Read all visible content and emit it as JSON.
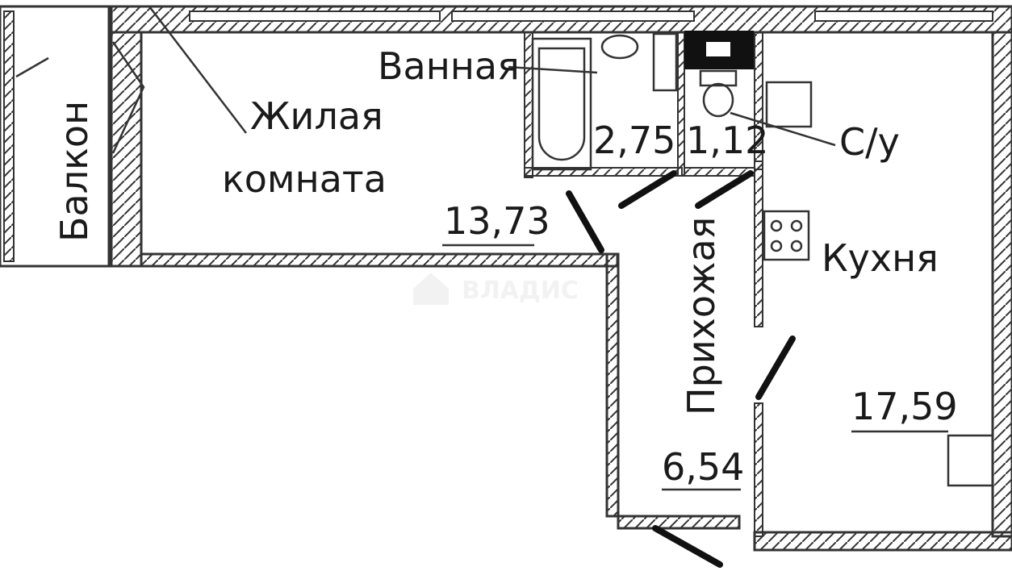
{
  "rooms": {
    "balcony": {
      "label": "Балкон"
    },
    "living": {
      "label_line1": "Жилая",
      "label_line2": "комната",
      "area": "13,73"
    },
    "bathroom": {
      "label": "Ванная",
      "area": "2,75"
    },
    "wc": {
      "label": "С/у",
      "area": "1,12"
    },
    "hallway": {
      "label": "Прихожая",
      "area": "6,54"
    },
    "kitchen": {
      "label": "Кухня",
      "area": "17,59"
    }
  },
  "watermark": {
    "text": "ВЛАДИС",
    "color": "#eeeeee"
  },
  "colors": {
    "line": "#333333",
    "background": "#ffffff"
  }
}
